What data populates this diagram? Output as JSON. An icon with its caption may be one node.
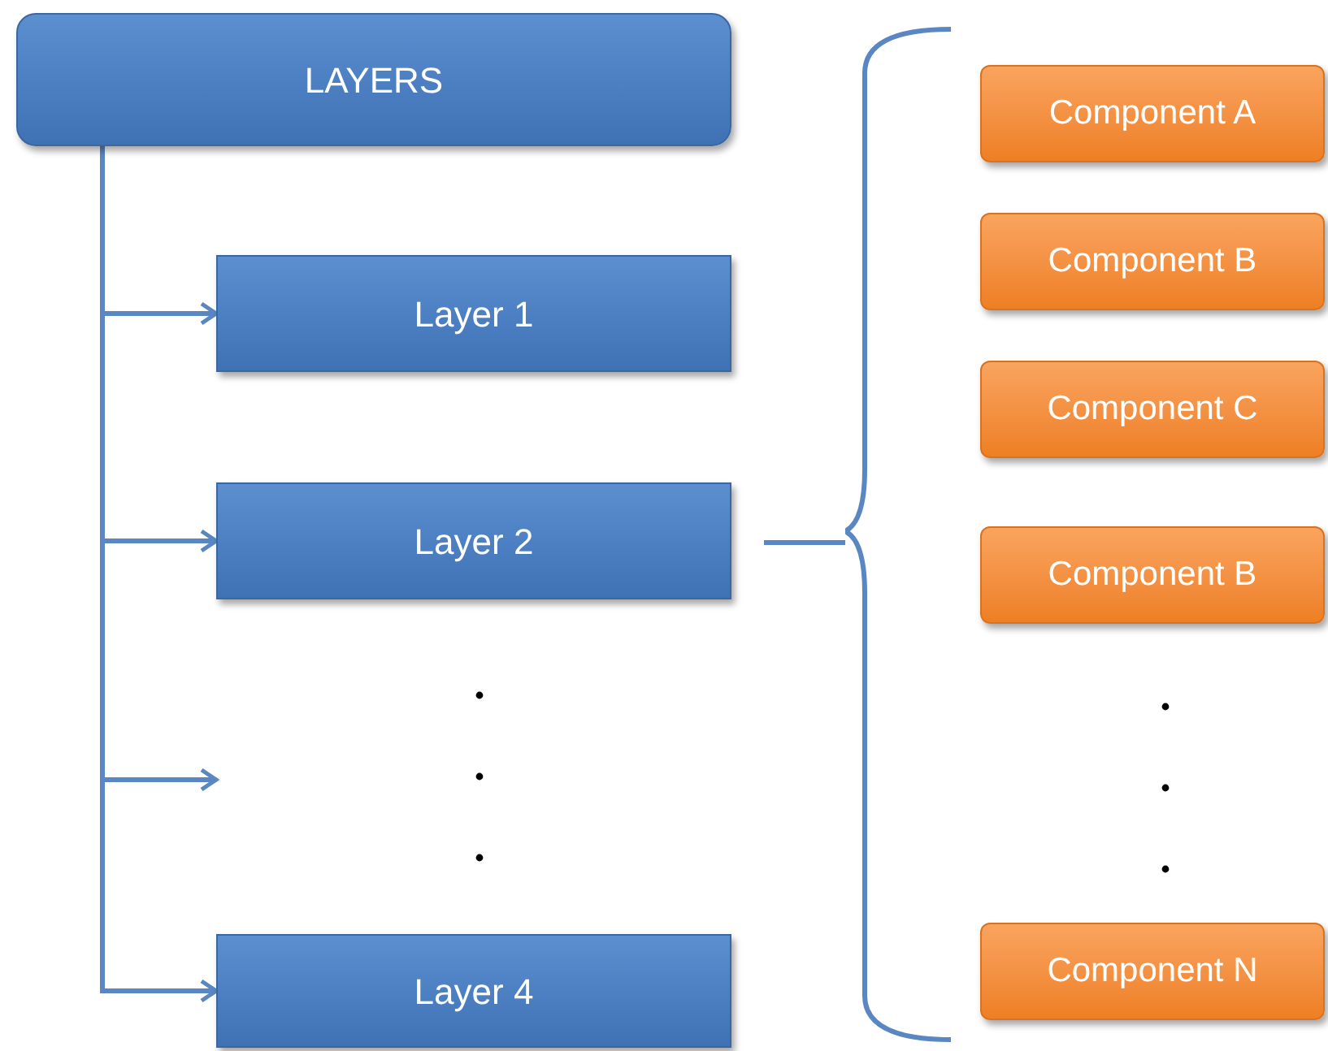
{
  "diagram": {
    "nodes": [
      {
        "text": [
          "LAYERS"
        ]
      },
      {
        "text": [
          "Layer 1"
        ]
      },
      {
        "text": [
          "Layer 2"
        ]
      },
      {
        "text": [
          "Layer 4"
        ]
      },
      {
        "text": [],
        "shape": "bracket"
      },
      {
        "text": [
          "Component A"
        ]
      },
      {
        "text": [
          "Component B"
        ]
      },
      {
        "text": [
          "Component C"
        ]
      },
      {
        "text": [
          "Component B"
        ]
      },
      {
        "text": [
          "Component N"
        ]
      }
    ],
    "edges": [
      {
        "from": 0,
        "to": 1,
        "arrow": "to"
      },
      {
        "from": 0,
        "to": 2,
        "arrow": "to"
      },
      {
        "from": 0,
        "to": null,
        "arrow": "to"
      },
      {
        "from": 0,
        "to": 3,
        "arrow": "to"
      },
      {
        "from": 2,
        "to": 4,
        "arrow": "none"
      }
    ]
  }
}
